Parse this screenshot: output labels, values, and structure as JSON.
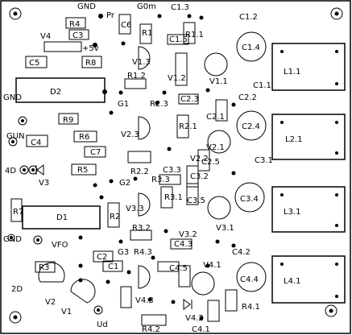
{
  "board": {
    "title": "PCB silkscreen layout",
    "labels": {
      "gnd_top": "GND",
      "pr": "Pr",
      "g0m": "G0m",
      "c13": "C1.3",
      "c12": "C1.2",
      "c14": "C1.4",
      "l11": "L1.1",
      "r4": "R4",
      "c3": "C3",
      "v4": "V4",
      "plus5v": "+5v",
      "c6": "C6",
      "r1": "R1",
      "c15": "C1.5",
      "r11": "R1.1",
      "c5": "C5",
      "r8": "R8",
      "v13": "V1.3",
      "r12": "R1.2",
      "c11": "C1.1",
      "v11": "V1.1",
      "d2": "D2",
      "v12": "V1.2",
      "g1": "G1",
      "r23": "R2.3",
      "c23": "C2.3",
      "c22": "C2.2",
      "gnd_left": "GND",
      "r9": "R9",
      "c21": "C2.1",
      "c24": "C2.4",
      "l21": "L2.1",
      "gun": "GUN",
      "c4": "C4",
      "r6": "R6",
      "v23": "V2.3",
      "r21": "R2.1",
      "v21": "V2.1",
      "c7": "C7",
      "v22": "V2.2",
      "r5": "R5",
      "r22": "R2.2",
      "c33": "C3.3",
      "c32": "C3.2",
      "c25": "C2.5",
      "c31": "C3.1",
      "fourD": "4D",
      "v3": "V3",
      "g2": "G2",
      "r33": "R3.3",
      "r31": "R3.1",
      "c34": "C3.4",
      "l31": "L3.1",
      "r7": "R7",
      "d1": "D1",
      "r2": "R2",
      "v33": "V3.3",
      "c35": "C3.5",
      "v31": "V3.1",
      "r32": "R3.2",
      "v32": "V3.2",
      "gnd_bottom": "GND",
      "vfo": "VFO",
      "c43": "C4.3",
      "c42": "C4.2",
      "r3": "R3",
      "c2": "C2",
      "c1": "C1",
      "g3": "G3",
      "r43": "R4.3",
      "c45": "C4.5",
      "v41": "V4.1",
      "c44": "C4.4",
      "l41": "L4.1",
      "twoD": "2D",
      "v2": "V2",
      "v1": "V1",
      "r41": "R4.1",
      "v43": "V4.3",
      "ud": "Ud",
      "r42": "R4.2",
      "v42": "V4.2",
      "c41": "C4.1"
    }
  }
}
